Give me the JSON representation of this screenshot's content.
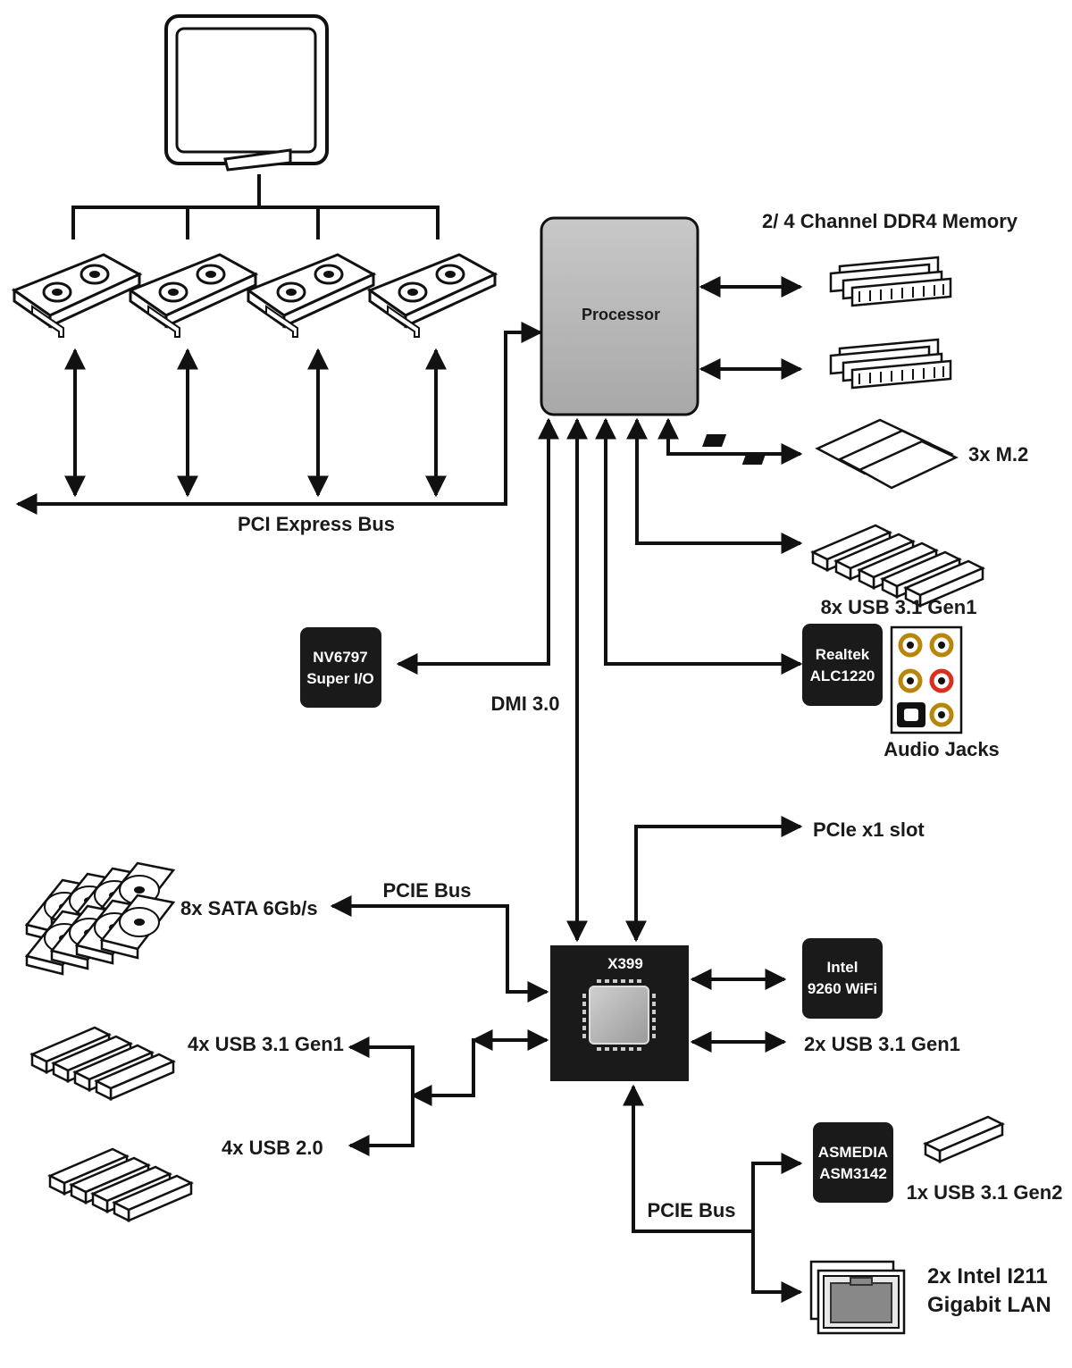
{
  "diagram": {
    "processor": "Processor",
    "memory_title": "2/ 4 Channel DDR4 Memory",
    "m2": "3x M.2",
    "usb_cpu": "8x USB 3.1 Gen1",
    "pci_express_bus": "PCI Express Bus",
    "dmi": "DMI 3.0",
    "super_io": [
      "NV6797",
      "Super I/O"
    ],
    "audio_codec": [
      "Realtek",
      "ALC1220"
    ],
    "audio_jacks": "Audio Jacks",
    "pcie_x1": "PCIe x1 slot",
    "chipset": "X399",
    "sata": "8x SATA 6Gb/s",
    "pcie_bus_top": "PCIE Bus",
    "usb31_left": "4x USB 3.1 Gen1",
    "usb20_left": "4x USB 2.0",
    "wifi": [
      "Intel",
      "9260 WiFi"
    ],
    "usb31_right": "2x USB 3.1 Gen1",
    "asmedia": [
      "ASMEDIA",
      "ASM3142"
    ],
    "usb31_gen2": "1x USB 3.1 Gen2",
    "pcie_bus_bottom": "PCIE Bus",
    "lan": [
      "2x Intel I211",
      "Gigabit LAN"
    ]
  },
  "colors": {
    "line": "#111111",
    "processor_fill": "#b3b3b3",
    "chip_fill": "#1a1a1a",
    "chip_text": "#ffffff",
    "audio_red": "#d9301e",
    "audio_gold": "#b8860b"
  },
  "icons": [
    "monitor-icon",
    "graphics-card-icon",
    "memory-module-icon",
    "m2-ssd-icon",
    "usb-stick-icon",
    "hard-drive-icon",
    "ethernet-port-icon",
    "audio-jack-icon",
    "chip-die-icon"
  ]
}
